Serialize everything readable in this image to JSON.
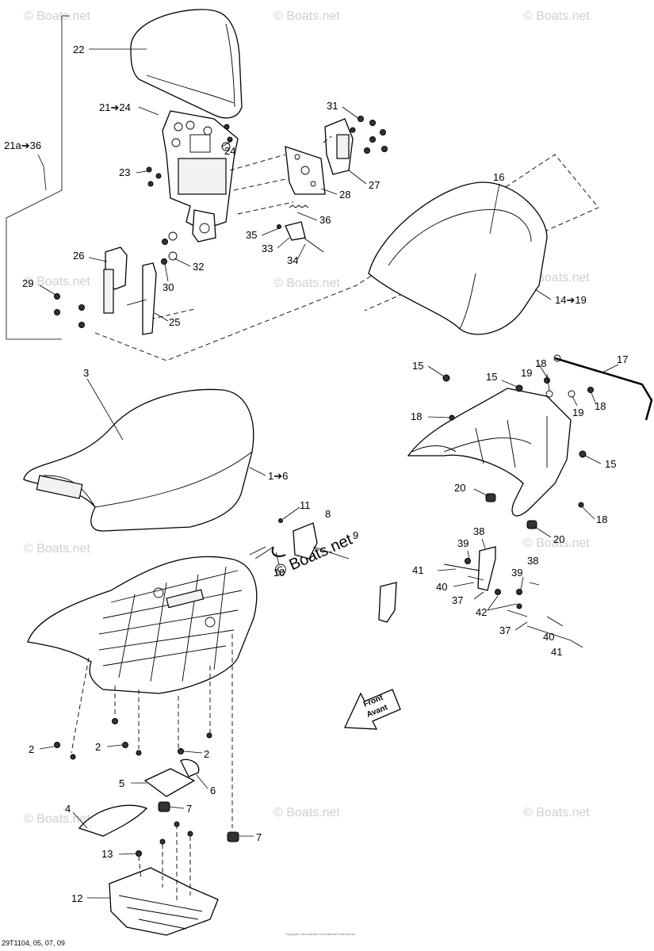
{
  "diagram": {
    "watermark": "© Boats.net",
    "footer_code": "29T1104, 05, 07, 09",
    "footer_copyright": "Copyright / Bombardier Recreational Products Inc.",
    "front_arrow": {
      "line1": "Front",
      "line2": "Avant"
    },
    "callouts": {
      "c22": "22",
      "c21_24": "21➔24",
      "c21a_36": "21a➔36",
      "c24": "24",
      "c23": "23",
      "c31": "31",
      "c27": "27",
      "c28": "28",
      "c36": "36",
      "c35": "35",
      "c33": "33",
      "c34": "34",
      "c26": "26",
      "c32": "32",
      "c29": "29",
      "c30": "30",
      "c25": "25",
      "c16": "16",
      "c14_19": "14➔19",
      "c3": "3",
      "c1_6": "1➔6",
      "c15a": "15",
      "c15b": "15",
      "c15c": "15",
      "c18a": "18",
      "c18b": "18",
      "c18c": "18",
      "c18d": "18",
      "c17": "17",
      "c19a": "19",
      "c19b": "19",
      "c20a": "20",
      "c20b": "20",
      "c11": "11",
      "c8": "8",
      "c9": "9",
      "c10": "10",
      "c38a": "38",
      "c38b": "38",
      "c39a": "39",
      "c39b": "39",
      "c41a": "41",
      "c41b": "41",
      "c40a": "40",
      "c40b": "40",
      "c37a": "37",
      "c37b": "37",
      "c42": "42",
      "c2a": "2",
      "c2b": "2",
      "c2c": "2",
      "c5": "5",
      "c6": "6",
      "c7a": "7",
      "c7b": "7",
      "c4": "4",
      "c13": "13",
      "c12": "12"
    }
  }
}
